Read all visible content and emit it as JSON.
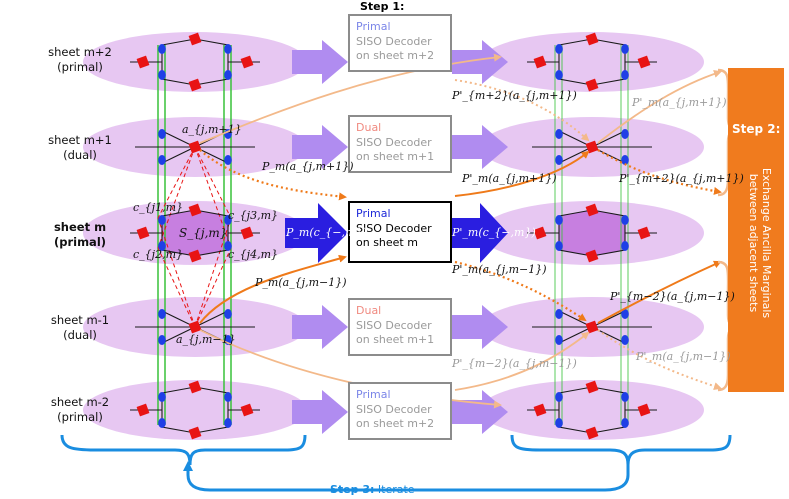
{
  "steps": {
    "step1": "Step 1:",
    "step2": "Step 2:",
    "step2_description": "Exchange Ancilla Marginals between adjacent sheets",
    "step3_bold": "Step 3:",
    "step3_rest": " Iterate"
  },
  "sheets": [
    {
      "line1": "sheet m+2",
      "line2": "(primal)"
    },
    {
      "line1": "sheet m+1",
      "line2": "(dual)"
    },
    {
      "line1": "sheet m",
      "line2": "(primal)"
    },
    {
      "line1": "sheet m-1",
      "line2": "(dual)"
    },
    {
      "line1": "sheet m-2",
      "line2": "(primal)"
    }
  ],
  "decoders": [
    {
      "type": "Primal",
      "line2": "SISO Decoder",
      "line3": "on sheet m+2"
    },
    {
      "type": "Dual",
      "line2": "SISO Decoder",
      "line3": "on sheet m+1"
    },
    {
      "type": "Primal",
      "line2": "SISO Decoder",
      "line3": "on sheet m"
    },
    {
      "type": "Dual",
      "line2": "SISO Decoder",
      "line3": "on sheet m+1"
    },
    {
      "type": "Primal",
      "line2": "SISO Decoder",
      "line3": "on sheet m+2"
    }
  ],
  "math_labels": {
    "a_top": "a_{j,m+1}",
    "a_bottom": "a_{j,m−1}",
    "c1": "c_{j1,m}",
    "c2": "c_{j2,m}",
    "c3": "c_{j3,m}",
    "c4": "c_{j4,m}",
    "s": "S_{j,m}",
    "pm_top": "P_m(a_{j,m+1})",
    "pm_bottom": "P_m(a_{j,m−1})",
    "pm_c": "P_m(c_{−,m})",
    "pm_prime_c": "P'_m(c_{−,m})",
    "pprime_m2_top": "P'_{m+2}(a_{j,m+1})",
    "pprime_m_top_right": "P'_m(a_{j,m+1})",
    "pprime_m2_top_right": "P'_{m+2}(a_{j,m+1})",
    "pprime_m_top_mid": "P'_m(a_{j,m+1})",
    "pprime_m_bottom_mid": "P'_m(a_{j,m−1})",
    "pprime_m2_bottom_right": "P'_{m−2}(a_{j,m−1})",
    "pprime_m2_bottom_mid": "P'_{m−2}(a_{j,m−1})",
    "pprime_m_bottom_right": "P'_m(a_{j,m−1})"
  },
  "colors": {
    "ellipse": "#e7c7f2",
    "purple_arrow": "#b08cf0",
    "blue_arrow": "#2a1ee0",
    "orange": "#ef7a1a",
    "light_orange": "#f3b98a",
    "green": "#38c23a",
    "red": "#e81414",
    "node_blue": "#1f3fe6",
    "step_blue": "#1a8de0",
    "step2_bar": "#f07b1e",
    "center_fill": "#c77fe0"
  }
}
